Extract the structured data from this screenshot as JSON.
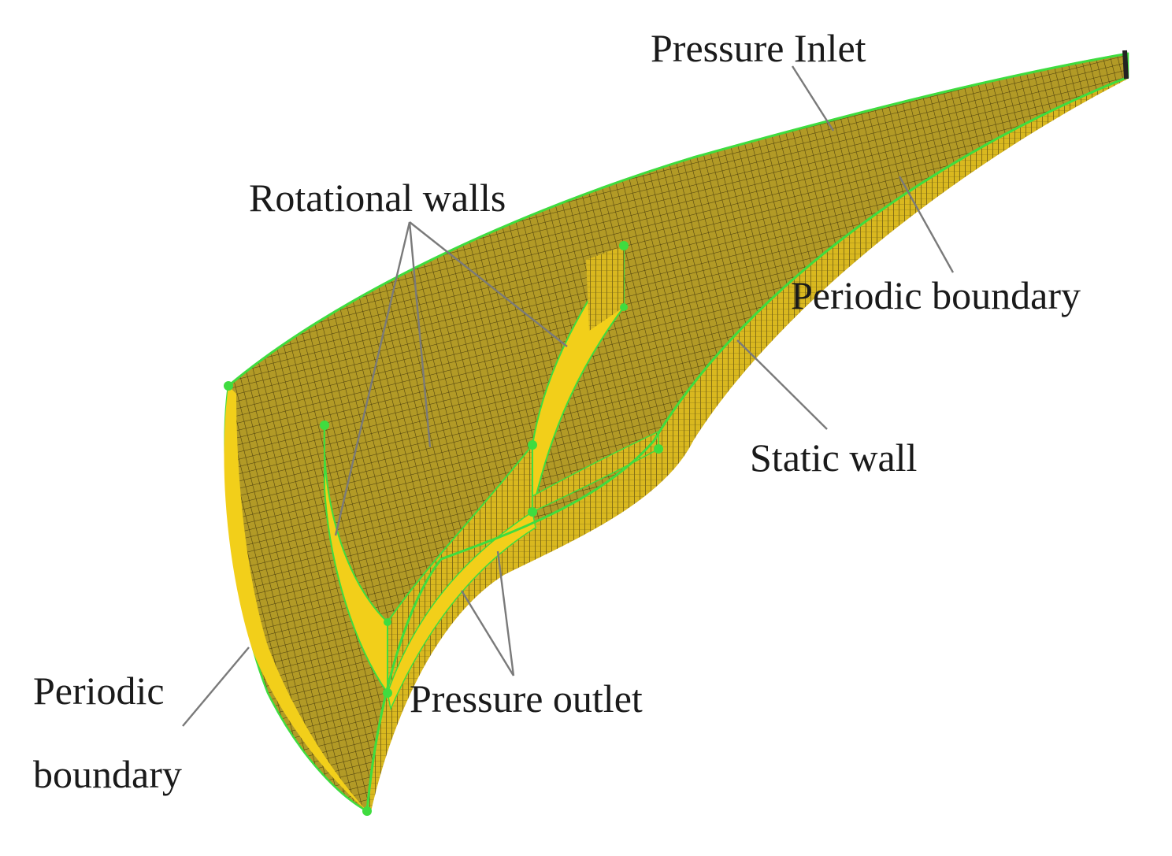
{
  "labels": {
    "pressure_inlet": "Pressure Inlet",
    "rotational_walls": "Rotational walls",
    "periodic_boundary_right": "Periodic boundary",
    "static_wall": "Static wall",
    "pressure_outlet": "Pressure outlet",
    "periodic_left_line1": "Periodic",
    "periodic_left_line2": "boundary"
  },
  "colors": {
    "mesh_fill": "#b29a26",
    "mesh_line": "#4a3d0c",
    "face_bright": "#f2cf1a",
    "edge": "#3fdc3f",
    "leader": "#7a7a7a",
    "text": "#1a1a1a"
  }
}
